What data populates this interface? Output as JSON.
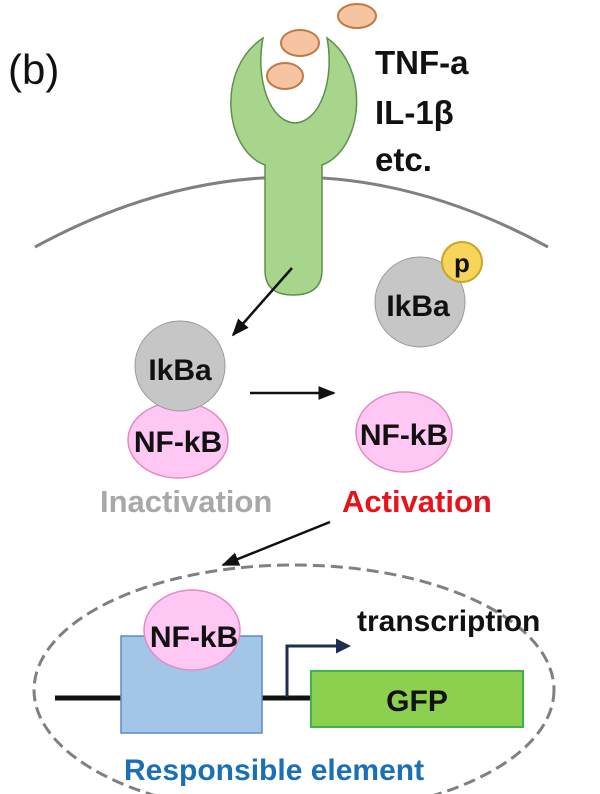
{
  "panel_label": "(b)",
  "ligands": [
    "TNF-a",
    "IL-1β",
    "etc."
  ],
  "phospho_label": "p",
  "ikba_label": "IkBa",
  "nfkb_label": "NF-kB",
  "states": {
    "inactive": "Inactivation",
    "active": "Activation"
  },
  "transcription_label": "transcription",
  "reporter_label": "GFP",
  "element_label": "Responsible element",
  "colors": {
    "receptor": "#a8d58c",
    "ligand": "#f6c4a2",
    "ikba": "#c6c6c6",
    "phospho": "#f7d55a",
    "nfkb": "#ffc8f4",
    "element_box": "#a3c6e8",
    "gfp_box": "#8dcf4f",
    "inactive_text": "#a8a8a8",
    "active_text": "#e8121b",
    "element_text": "#1a6fb7"
  }
}
